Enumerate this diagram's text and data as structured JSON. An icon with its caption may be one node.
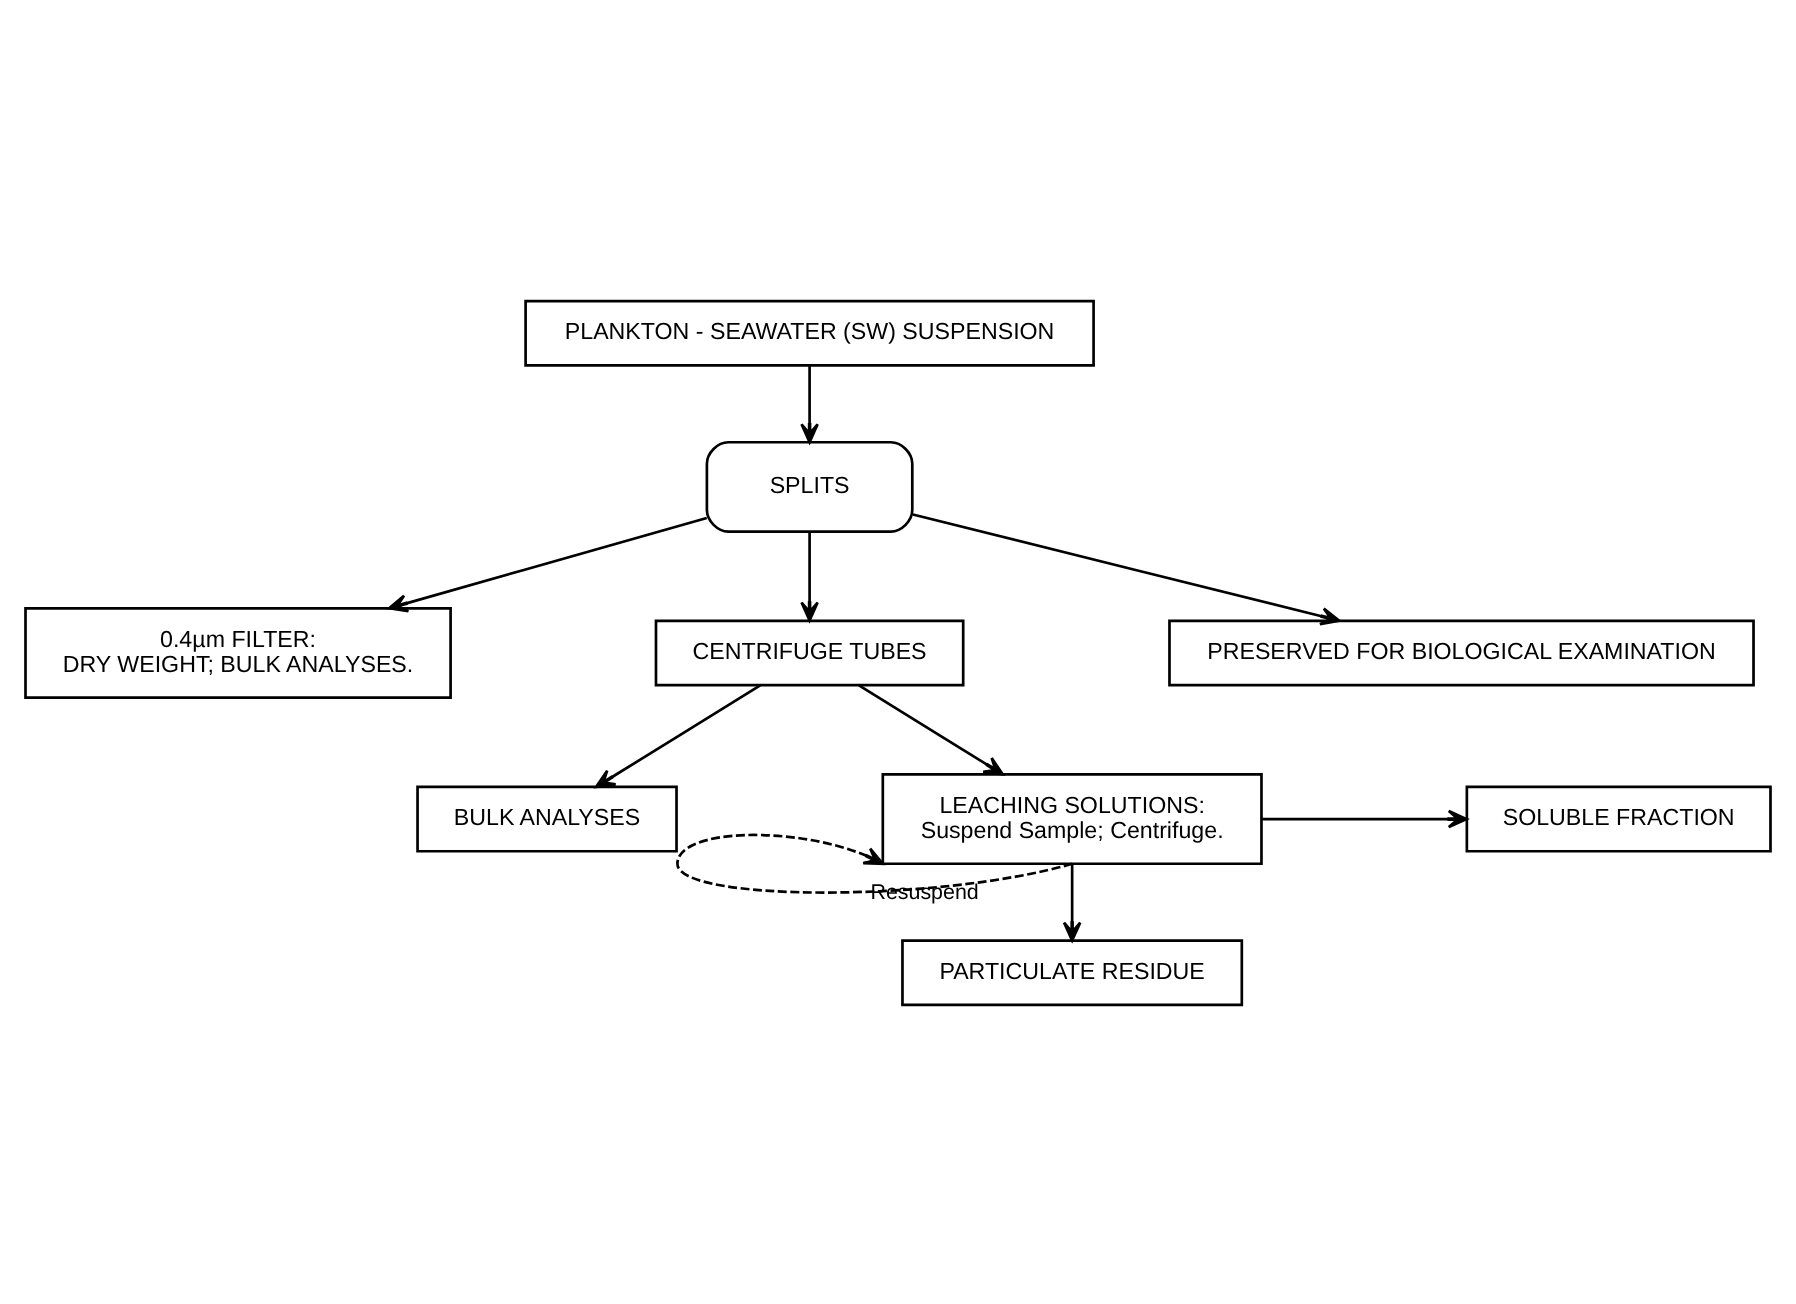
{
  "diagram": {
    "nodes": [
      {
        "text": [
          "PLANKTON - SEAWATER (SW) SUSPENSION"
        ]
      },
      {
        "text": [
          "SPLITS"
        ]
      },
      {
        "text": [
          "0.4µm FILTER:",
          "DRY WEIGHT; BULK ANALYSES."
        ]
      },
      {
        "text": [
          "PRESERVED FOR BIOLOGICAL EXAMINATION"
        ]
      },
      {
        "text": [
          "CENTRIFUGE TUBES"
        ]
      },
      {
        "text": [
          "BULK ANALYSES"
        ]
      },
      {
        "text": [
          "LEACHING SOLUTIONS:",
          "Suspend Sample; Centrifuge."
        ]
      },
      {
        "text": [
          "SOLUBLE FRACTION"
        ]
      },
      {
        "text": [
          "PARTICULATE RESIDUE"
        ]
      }
    ],
    "edges": [
      {
        "from": 0,
        "to": 1,
        "arrow": "to"
      },
      {
        "from": 1,
        "to": 2,
        "arrow": "to"
      },
      {
        "from": 1,
        "to": 4,
        "arrow": "to"
      },
      {
        "from": 1,
        "to": 3,
        "arrow": "to"
      },
      {
        "from": 4,
        "to": 5,
        "arrow": "to"
      },
      {
        "from": 4,
        "to": 6,
        "arrow": "to"
      },
      {
        "from": 6,
        "to": 7,
        "arrow": "to"
      },
      {
        "from": 6,
        "to": 8,
        "arrow": "to"
      },
      {
        "from": 6,
        "to": 6,
        "arrow": "to",
        "style": "dashed",
        "label": "Resuspend"
      }
    ]
  }
}
